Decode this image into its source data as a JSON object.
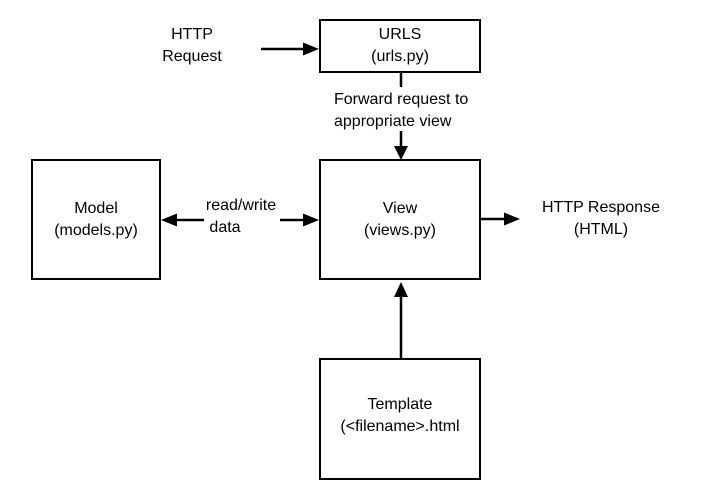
{
  "diagram": {
    "boxes": {
      "urls": {
        "line1": "URLS",
        "line2": "(urls.py)"
      },
      "model": {
        "line1": "Model",
        "line2": "(models.py)"
      },
      "view": {
        "line1": "View",
        "line2": "(views.py)"
      },
      "template": {
        "line1": "Template",
        "line2": "(<filename>.html"
      }
    },
    "labels": {
      "http_request": {
        "line1": "HTTP",
        "line2": "Request"
      },
      "forward": {
        "line1": "Forward request to",
        "line2": "appropriate view"
      },
      "read_write": {
        "line1": "read/write",
        "line2": "data"
      },
      "http_response": {
        "line1": "HTTP Response",
        "line2": "(HTML)"
      }
    },
    "colors": {
      "line": "#000000",
      "text": "#000000",
      "background": "#ffffff"
    }
  }
}
